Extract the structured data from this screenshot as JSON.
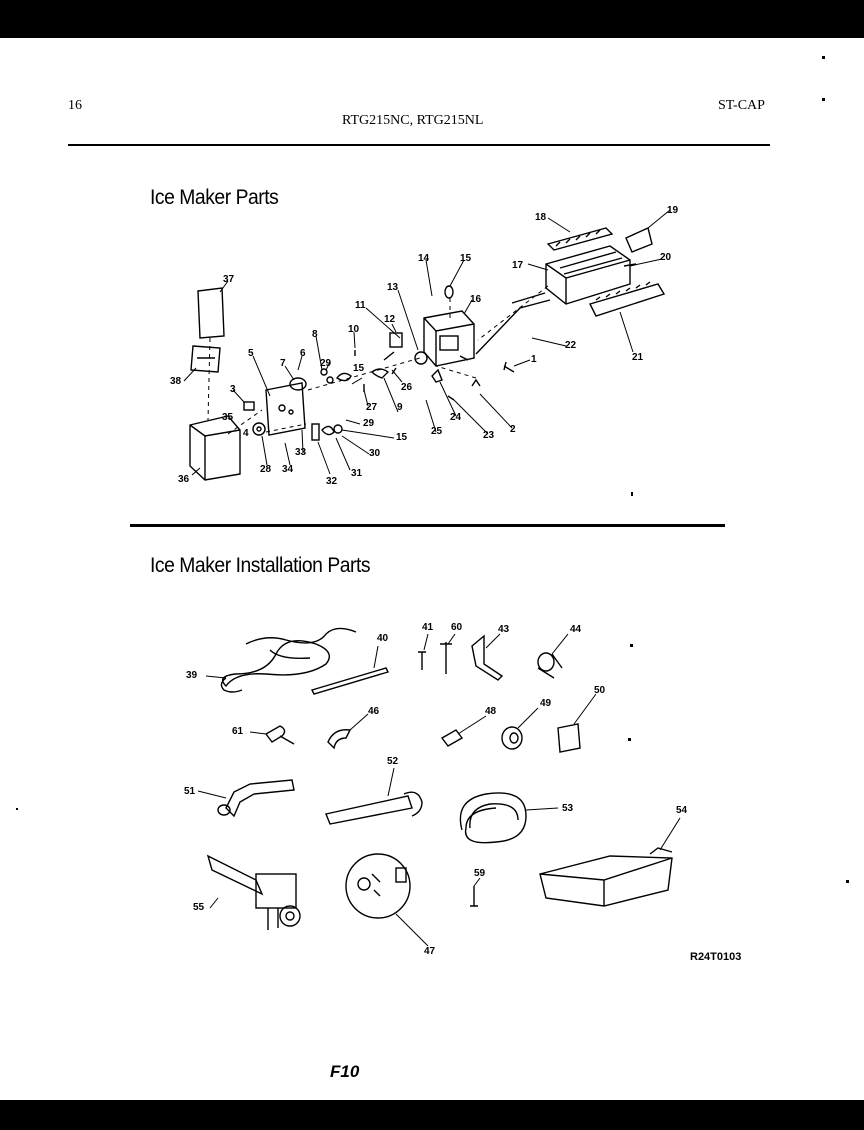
{
  "header": {
    "page_number": "16",
    "model_numbers": "RTG215NC, RTG215NL",
    "brand_code": "ST-CAP"
  },
  "sections": {
    "ice_maker_parts": "Ice Maker Parts",
    "installation_parts": "Ice Maker Installation Parts"
  },
  "ice_maker_callouts": [
    "37",
    "38",
    "3",
    "35",
    "36",
    "4",
    "28",
    "5",
    "34",
    "33",
    "7",
    "6",
    "29",
    "8",
    "32",
    "31",
    "30",
    "10",
    "11",
    "12",
    "13",
    "14",
    "15",
    "16",
    "17",
    "18",
    "19",
    "20",
    "21",
    "22",
    "1",
    "2",
    "23",
    "24",
    "25",
    "26",
    "27",
    "9",
    "15",
    "29",
    "15"
  ],
  "installation_callouts": [
    "39",
    "40",
    "41",
    "60",
    "43",
    "44",
    "61",
    "46",
    "48",
    "49",
    "50",
    "51",
    "52",
    "53",
    "54",
    "55",
    "47",
    "59"
  ],
  "drawing_code": "R24T0103",
  "footer_code": "F10"
}
